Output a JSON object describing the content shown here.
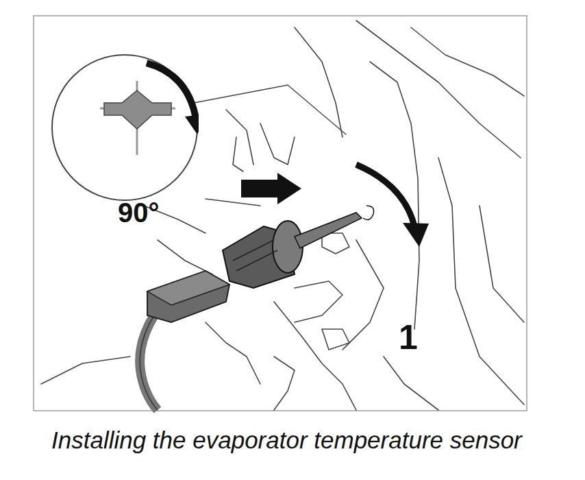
{
  "diagram": {
    "caption": "Installing the evaporator temperature sensor",
    "nodes": [
      {
        "text": [
          "90°"
        ]
      }
    ],
    "labels": [
      "1"
    ]
  }
}
